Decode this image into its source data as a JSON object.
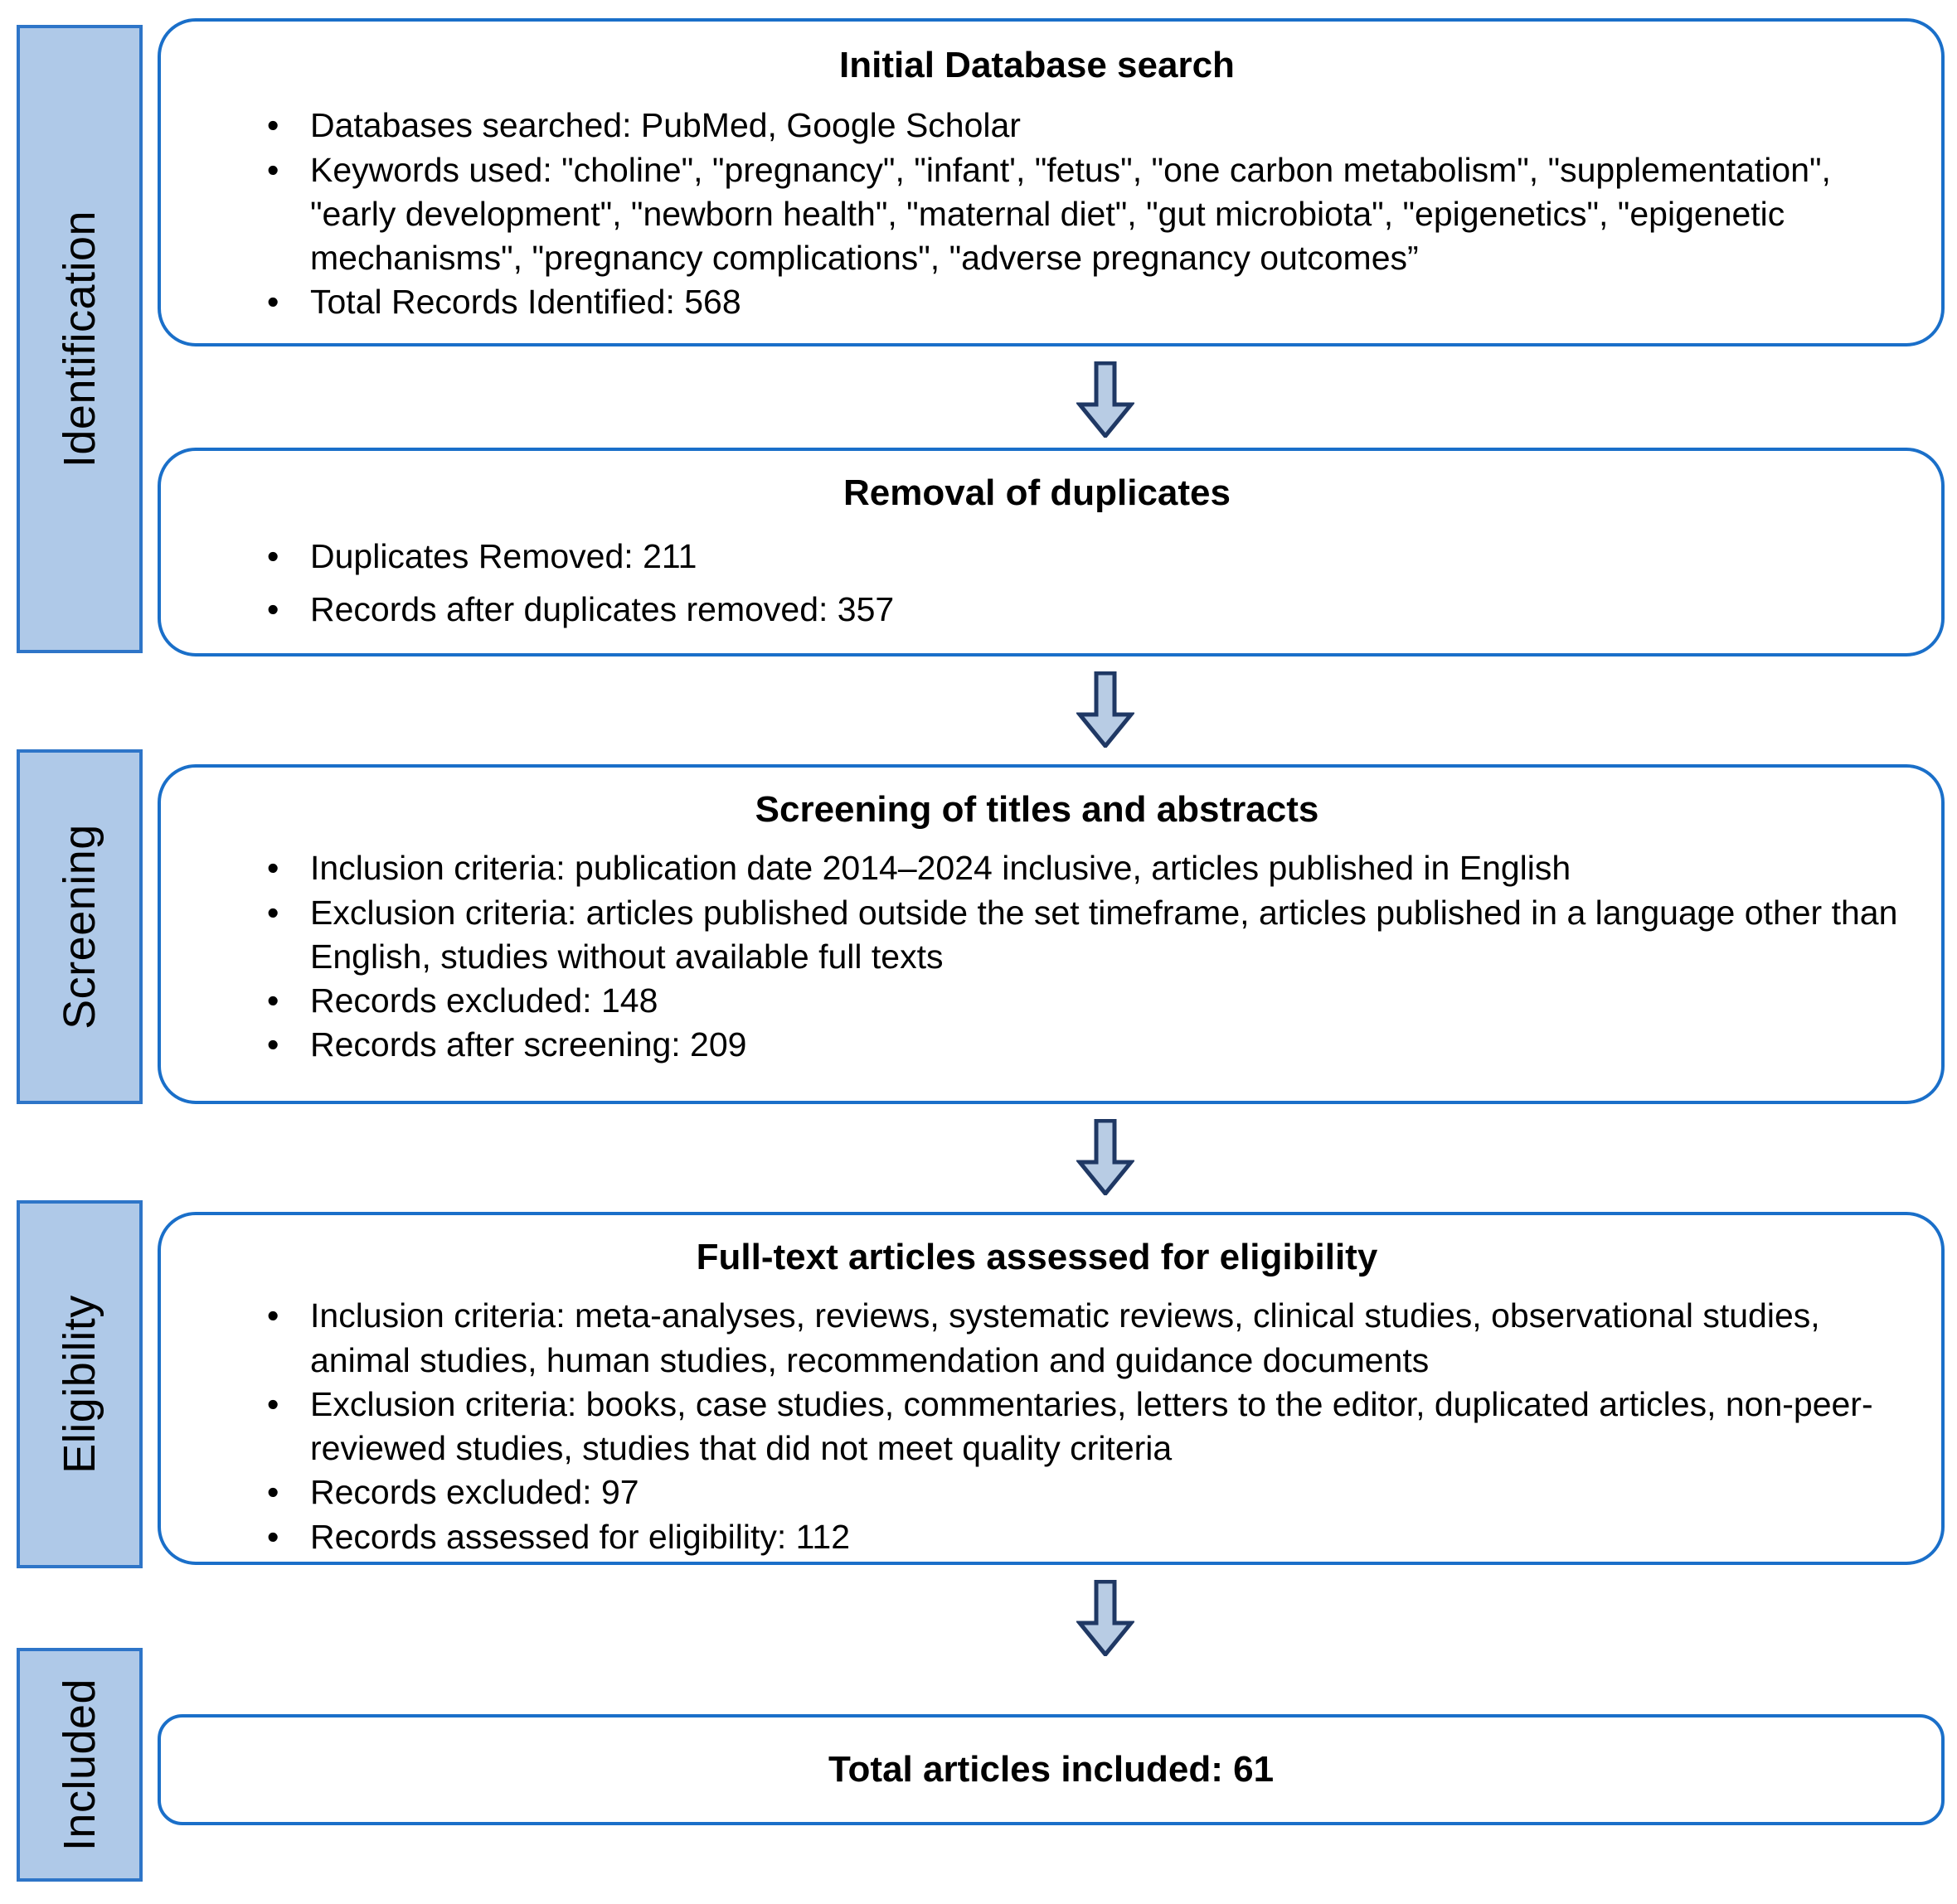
{
  "phases": [
    {
      "label": "Identification"
    },
    {
      "label": "Screening"
    },
    {
      "label": "Eligibility"
    },
    {
      "label": "Included"
    }
  ],
  "nodes": [
    {
      "title": "Initial Database search",
      "bullets": [
        "Databases searched: PubMed, Google Scholar",
        "Keywords used: \"choline\", \"pregnancy\", \"infant', \"fetus\", \"one carbon metabolism\", \"supplementation\", \"early development\", \"newborn health\", \"maternal diet\", \"gut microbiota\", \"epigenetics\", \"epigenetic mechanisms\", \"pregnancy complications\", \"adverse pregnancy outcomes”",
        "Total Records Identified: 568"
      ]
    },
    {
      "title": "Removal of duplicates",
      "bullets": [
        "Duplicates Removed: 211",
        "Records after duplicates removed: 357"
      ]
    },
    {
      "title": "Screening of titles and abstracts",
      "bullets": [
        "Inclusion criteria: publication date 2014–2024 inclusive, articles published in English",
        "Exclusion criteria: articles published outside the set timeframe, articles published in a language other than English, studies without available full texts",
        "Records excluded: 148",
        "Records after screening: 209"
      ]
    },
    {
      "title": "Full-text articles assessed for eligibility",
      "bullets": [
        "Inclusion criteria: meta-analyses, reviews, systematic reviews, clinical studies, observational studies, animal studies, human studies, recommendation and guidance documents",
        "Exclusion criteria: books, case studies, commentaries, letters to the editor, duplicated articles, non-peer-reviewed studies, studies that did not meet quality criteria",
        "Records excluded: 97",
        "Records assessed for eligibility: 112"
      ]
    },
    {
      "title": "Total articles included: 61",
      "bullets": []
    }
  ],
  "arrows": [
    {
      "name": "arrow-identification-to-duplicates"
    },
    {
      "name": "arrow-duplicates-to-screening"
    },
    {
      "name": "arrow-screening-to-eligibility"
    },
    {
      "name": "arrow-eligibility-to-included"
    }
  ],
  "colors": {
    "node_border": "#1A6FC9",
    "phase_fill": "#AFC9E8",
    "phase_border": "#2E75C8",
    "arrow_fill": "#B8CCE4",
    "arrow_stroke": "#1F3864"
  }
}
